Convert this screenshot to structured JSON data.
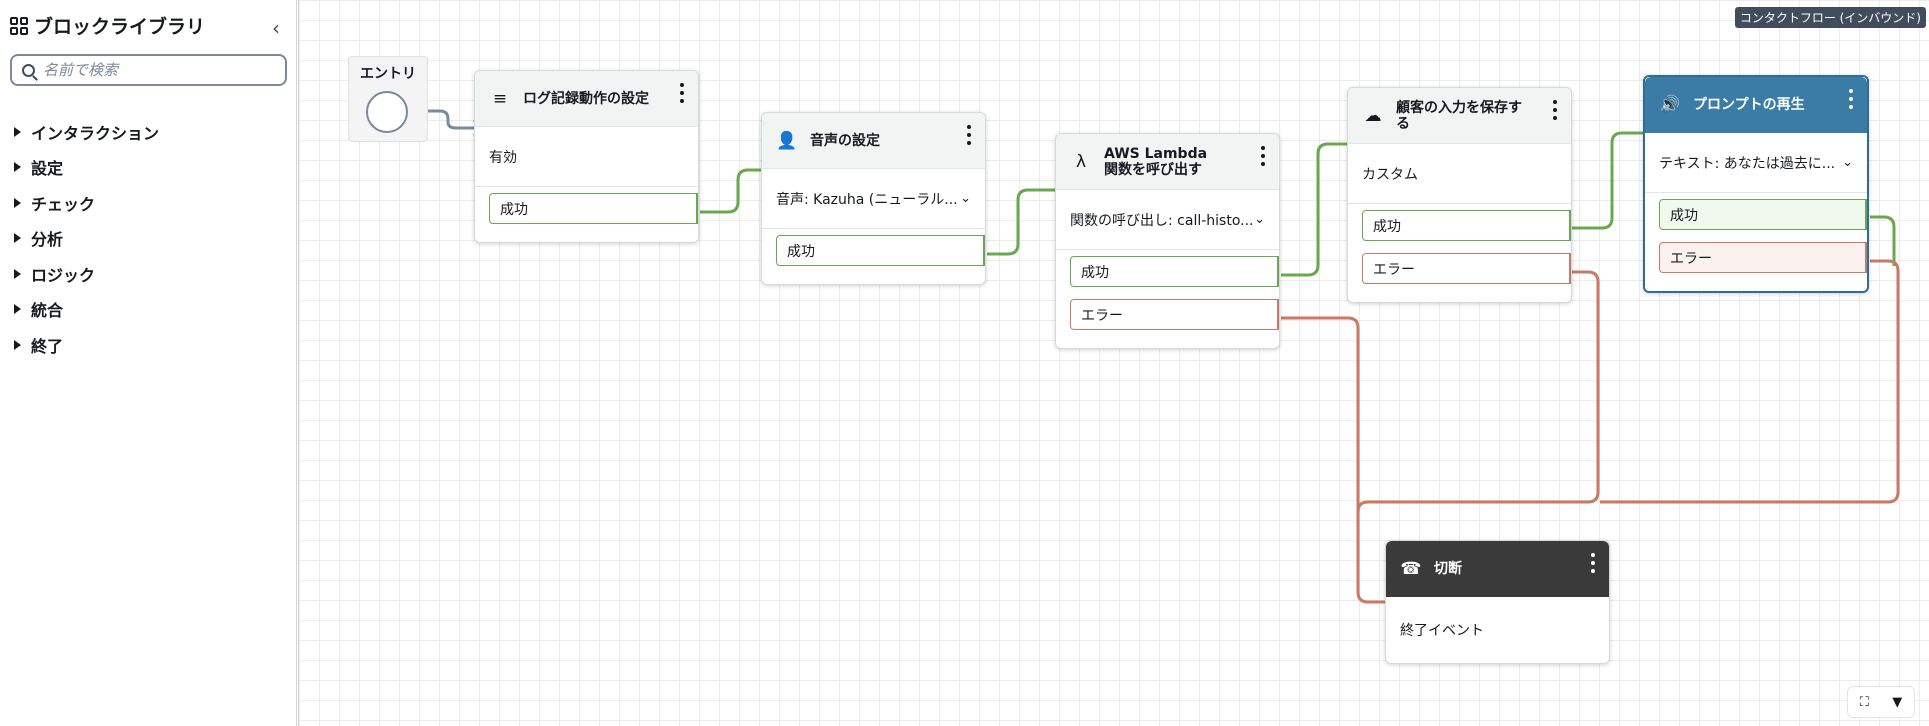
{
  "sidebar": {
    "title": "ブロックライブラリ",
    "search_placeholder": "名前で検索",
    "categories": [
      "インタラクション",
      "設定",
      "チェック",
      "分析",
      "ロジック",
      "統合",
      "終了"
    ]
  },
  "canvas": {
    "flow_tag": "コンタクトフロー (インバウンド)",
    "entry_label": "エントリ"
  },
  "blocks": {
    "logging": {
      "title": "ログ記録動作の設定",
      "body": "有効",
      "success": "成功",
      "icon": "logging-icon"
    },
    "voice": {
      "title": "音声の設定",
      "body": "音声: Kazuha (ニューラル...",
      "success": "成功",
      "icon": "voice-icon"
    },
    "lambda": {
      "title_line1": "AWS Lambda",
      "title_line2": "関数を呼び出す",
      "body": "関数の呼び出し: call-histo...",
      "success": "成功",
      "error": "エラー",
      "icon": "lambda-icon"
    },
    "store": {
      "title_line1": "顧客の入力を保存す",
      "title_line2": "る",
      "body": "カスタム",
      "success": "成功",
      "error": "エラー",
      "icon": "cloud-upload-icon"
    },
    "prompt": {
      "title": "プロンプトの再生",
      "body": "テキスト: あなたは過去に...",
      "success": "成功",
      "error": "エラー",
      "icon": "speaker-icon"
    },
    "disconnect": {
      "title": "切断",
      "body": "終了イベント",
      "icon": "hangup-icon"
    }
  },
  "colors": {
    "success": "#6aa84f",
    "error": "#c97a65",
    "entry_wire": "#7d8998",
    "prompt_header": "#3a7ca5",
    "disconnect_header": "#3a3a3a"
  }
}
